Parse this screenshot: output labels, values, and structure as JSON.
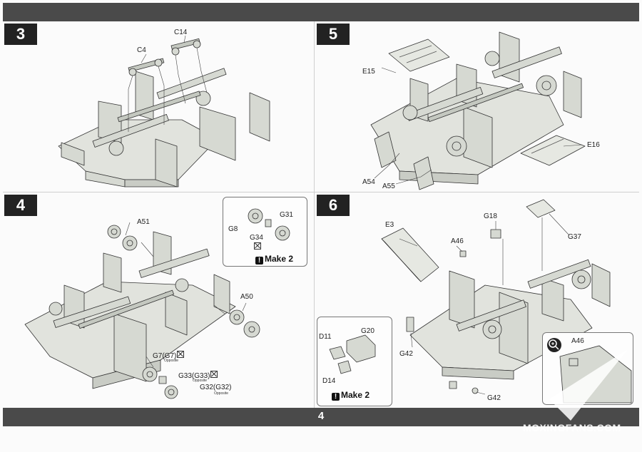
{
  "page": {
    "number": "4"
  },
  "steps": {
    "s3": {
      "number": "3",
      "parts": {
        "c4": "C4",
        "c14": "C14"
      }
    },
    "s5": {
      "number": "5",
      "parts": {
        "e15": "E15",
        "e16": "E16",
        "a54": "A54",
        "a55": "A55"
      }
    },
    "s4": {
      "number": "4",
      "parts": {
        "a51": "A51",
        "a50": "A50",
        "g31": "G31",
        "g8": "G8",
        "g34": "G34",
        "g7": "G7(G7)",
        "g33": "G33(G33)",
        "g32": "G32(G32)"
      },
      "opposite_label": "Opposite",
      "make_label": "Make 2"
    },
    "s6": {
      "number": "6",
      "parts": {
        "e3": "E3",
        "a46": "A46",
        "g18": "G18",
        "g37": "G37",
        "g42a": "G42",
        "g42b": "G42",
        "d11": "D11",
        "g20": "G20",
        "d14": "D14",
        "a46_detail": "A46"
      },
      "make_label": "Make 2"
    }
  },
  "icons": [
    "zoom-icon",
    "cross-mark-icon",
    "exclamation-icon"
  ],
  "watermark": {
    "text": "MOXINGFANS.COM"
  },
  "colors": {
    "band": "#4a4a4a",
    "part_fill": "#d6d9d2",
    "outline": "#333333"
  }
}
